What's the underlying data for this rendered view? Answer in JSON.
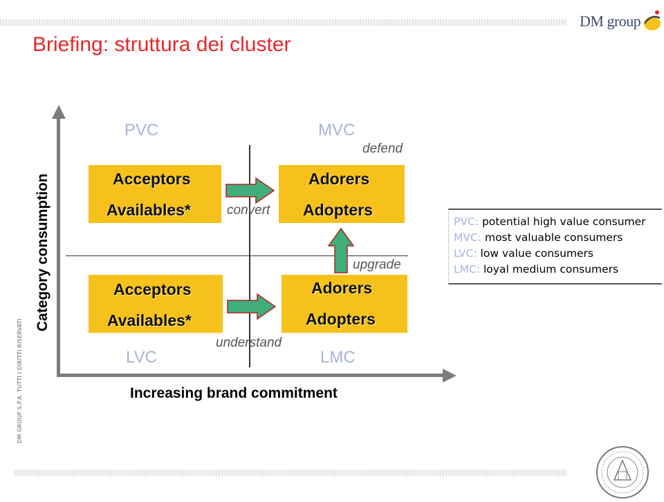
{
  "header": {
    "title": "Briefing: struttura dei cluster",
    "logo_text": "DM group",
    "side_text": "DM GROUP S.P.A. TUTTI I DIRITTI RISERVATI"
  },
  "axes": {
    "y_label": "Category consumption",
    "x_label": "Increasing brand commitment"
  },
  "quadrants": {
    "top_left": "PVC",
    "top_right": "MVC",
    "bottom_left": "LVC",
    "bottom_right": "LMC"
  },
  "boxes": {
    "top_left": {
      "line1": "Acceptors",
      "line2": "Availables*"
    },
    "top_right": {
      "line1": "Adorers",
      "line2": "Adopters"
    },
    "bottom_left": {
      "line1": "Acceptors",
      "line2": "Availables*"
    },
    "bottom_right": {
      "line1": "Adorers",
      "line2": "Adopters"
    }
  },
  "actions": {
    "defend": "defend",
    "convert": "convert",
    "upgrade": "upgrade",
    "understand": "understand"
  },
  "legend": [
    {
      "abbr": "PVC:",
      "text": "potential high value consumer"
    },
    {
      "abbr": "MVC:",
      "text": "most valuable consumers"
    },
    {
      "abbr": "LVC:",
      "text": "low value consumers"
    },
    {
      "abbr": "LMC:",
      "text": "loyal medium consumers"
    }
  ],
  "colors": {
    "title": "#e8272a",
    "box_fill": "#f6c11b",
    "arrow_fill": "#3fae7a",
    "quadrant_label": "#a6b3dc",
    "axis": "#7d7d7d"
  }
}
